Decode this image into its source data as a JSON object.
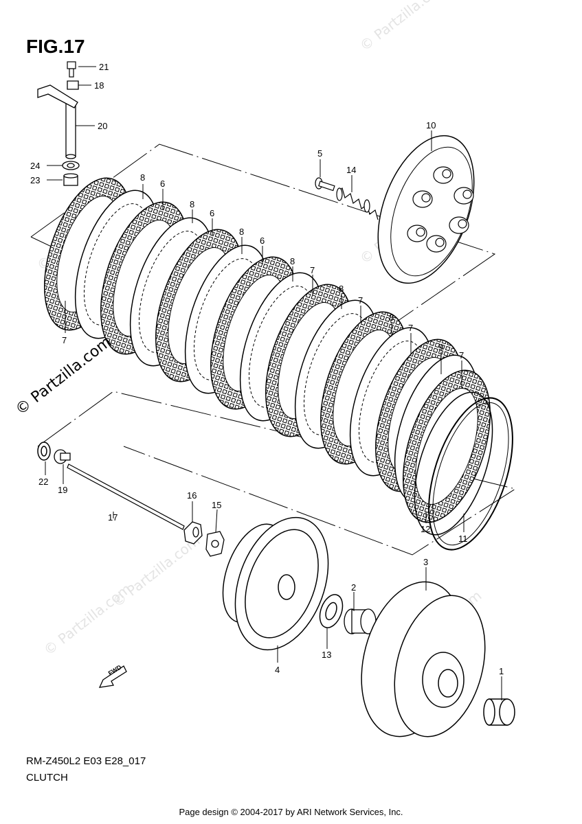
{
  "figure": "FIG.17",
  "diagram_code": "RM-Z450L2 E03 E28_017",
  "diagram_title": "CLUTCH",
  "credit": "Page design © 2004-2017 by ARI Network Services, Inc.",
  "watermark": "© Partzilla.com",
  "fwd_label": "FWD",
  "callouts": {
    "c1": "1",
    "c2": "2",
    "c3": "3",
    "c4": "4",
    "c5": "5",
    "c6a": "6",
    "c6b": "6",
    "c6c": "6",
    "c7a": "7",
    "c7b": "7",
    "c7c": "7",
    "c7d": "7",
    "c7e": "7",
    "c8a": "8",
    "c8b": "8",
    "c8c": "8",
    "c8d": "8",
    "c8e": "8",
    "c8f": "8",
    "c9": "9",
    "c10": "10",
    "c11": "11",
    "c12": "12",
    "c13": "13",
    "c14": "14",
    "c15": "15",
    "c16": "16",
    "c17": "17",
    "c18": "18",
    "c19": "19",
    "c20": "20",
    "c21": "21",
    "c22": "22",
    "c23": "23",
    "c24": "24"
  }
}
